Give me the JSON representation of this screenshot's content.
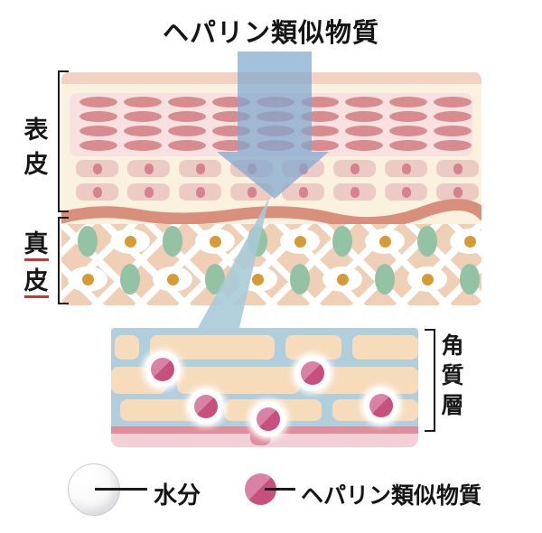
{
  "title": "ヘパリン類似物質",
  "skin": {
    "epidermis_label_chars": [
      "表",
      "皮"
    ],
    "dermis_label_chars": [
      "真",
      "皮"
    ],
    "stratum_corneum_label_chars": [
      "角",
      "質",
      "層"
    ]
  },
  "legend": {
    "items": [
      {
        "id": "moisture",
        "label": "水分",
        "icon": "water-bubble-icon"
      },
      {
        "id": "heparinoid",
        "label": "ヘパリン類似物質",
        "icon": "heparinoid-icon"
      }
    ]
  },
  "colors": {
    "arrow_blue": "#7fa8cf",
    "funnel_blue": "#a7cad7",
    "inset_blue": "#b1cedd",
    "brick_peach": "#f7dcbc",
    "dermis_peach": "#efd0b6",
    "epidermis_panel_pink": "#f8e2e1",
    "epidermis_ellipse_rose": "#d98c90",
    "basement_rose": "#d8907c",
    "green_cell": "#93c2a4",
    "orange_dot": "#d79a35",
    "heparinoid_light": "#d883a5",
    "heparinoid_dark": "#c7507c",
    "dermis_label_underline_red": "#c23b3b"
  }
}
